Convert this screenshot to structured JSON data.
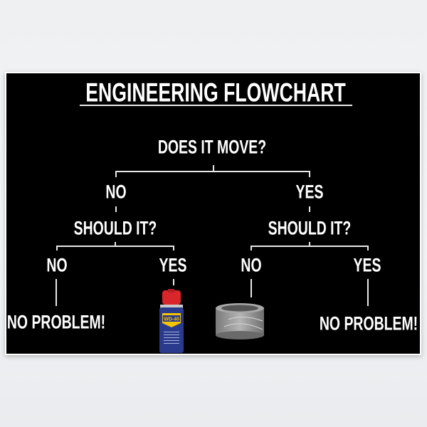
{
  "title": "ENGINEERING FLOWCHART",
  "root": "DOES IT MOVE?",
  "branches": {
    "no": {
      "label": "NO",
      "question": "SHOULD IT?",
      "no": "NO",
      "yes": "YES",
      "no_result": "NO PROBLEM!",
      "yes_result": "WD-40"
    },
    "yes": {
      "label": "YES",
      "question": "SHOULD IT?",
      "no": "NO",
      "yes": "YES",
      "no_result": "duct-tape",
      "yes_result": "NO PROBLEM!"
    }
  },
  "colors": {
    "background": "#000000",
    "text": "#ffffff",
    "can_blue": "#2a3a8c",
    "can_red": "#d8262b",
    "can_yellow": "#f5c400",
    "tape": "#9a9a9a"
  }
}
